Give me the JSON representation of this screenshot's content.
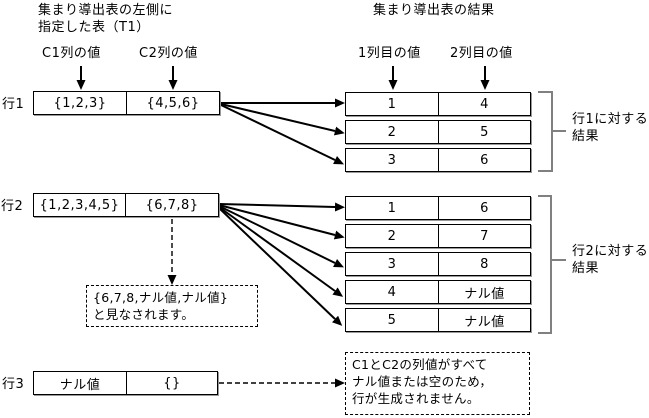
{
  "diagram": {
    "left_title": "集まり導出表の左側に\n指定した表（T1）",
    "right_title": "集まり導出表の結果",
    "col_labels": {
      "c1": "C1列の値",
      "c2": "C2列の値",
      "r1": "1列目の値",
      "r2": "2列目の値"
    },
    "source_rows": [
      {
        "label": "行1",
        "c1": "{1,2,3}",
        "c2": "{4,5,6}"
      },
      {
        "label": "行2",
        "c1": "{1,2,3,4,5}",
        "c2": "{6,7,8}"
      },
      {
        "label": "行3",
        "c1": "ナル値",
        "c2": "{}"
      }
    ],
    "result_group1": {
      "rows": [
        [
          "1",
          "4"
        ],
        [
          "2",
          "5"
        ],
        [
          "3",
          "6"
        ]
      ],
      "bracket_label": "行1に対する\n結果"
    },
    "result_group2": {
      "rows": [
        [
          "1",
          "6"
        ],
        [
          "2",
          "7"
        ],
        [
          "3",
          "8"
        ],
        [
          "4",
          "ナル値"
        ],
        [
          "5",
          "ナル値"
        ]
      ],
      "bracket_label": "行2に対する\n結果"
    },
    "row2_note": "{6,7,8,ナル値,ナル値}\nと見なされます。",
    "row3_note": "C1とC2の列値がすべて\nナル値または空のため，\n行が生成されません。"
  }
}
